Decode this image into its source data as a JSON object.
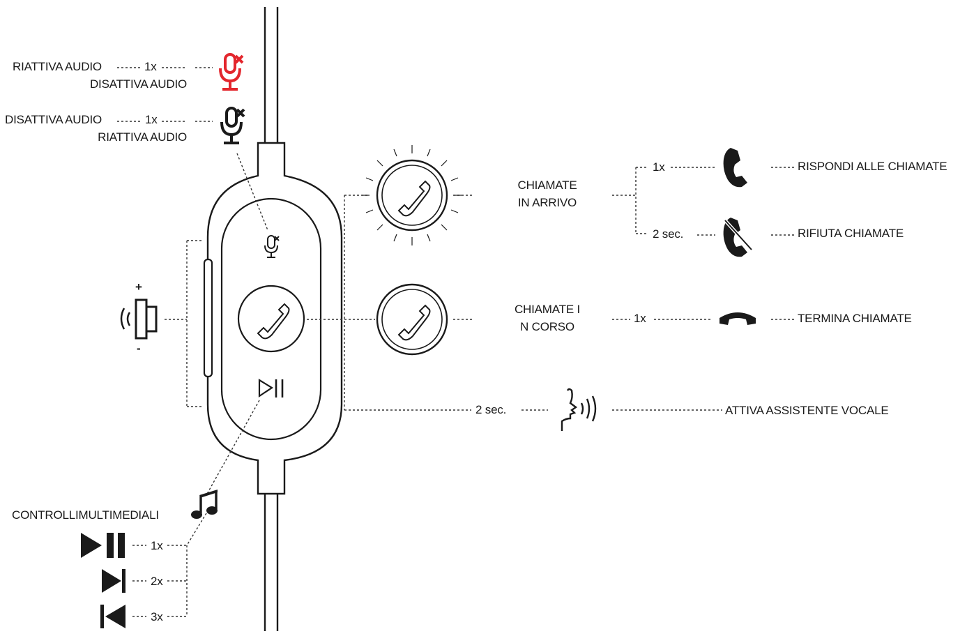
{
  "mute": {
    "red_line1": "RIATTIVA AUDIO",
    "red_count": "1x",
    "red_line2": "DISATTIVA AUDIO",
    "black_line1": "DISATTIVA AUDIO",
    "black_count": "1x",
    "black_line2": "RIATTIVA AUDIO"
  },
  "volume": {
    "plus": "+",
    "minus": "-"
  },
  "incoming": {
    "label_line1": "CHIAMATE",
    "label_line2": "IN ARRIVO",
    "answer_count": "1x",
    "answer_label": "RISPONDI ALLE CHIAMATE",
    "reject_count": "2 sec.",
    "reject_label": "RIFIUTA CHIAMATE"
  },
  "ongoing": {
    "label_line1": "CHIAMATE I",
    "label_line2": "N CORSO",
    "end_count": "1x",
    "end_label": "TERMINA CHIAMATE"
  },
  "assistant": {
    "count": "2 sec.",
    "label": "ATTIVA ASSISTENTE VOCALE"
  },
  "media": {
    "title": "CONTROLLIMULTIMEDIALI",
    "play_count": "1x",
    "next_count": "2x",
    "prev_count": "3x"
  },
  "colors": {
    "ink": "#1a1a1a",
    "mute_red": "#e3262d"
  },
  "icons": [
    "mic-muted-icon",
    "speaker-icon",
    "phone-icon",
    "phone-blocked-icon",
    "hang-up-icon",
    "voice-assistant-icon",
    "music-note-icon",
    "play-pause-icon",
    "next-track-icon",
    "previous-track-icon"
  ]
}
